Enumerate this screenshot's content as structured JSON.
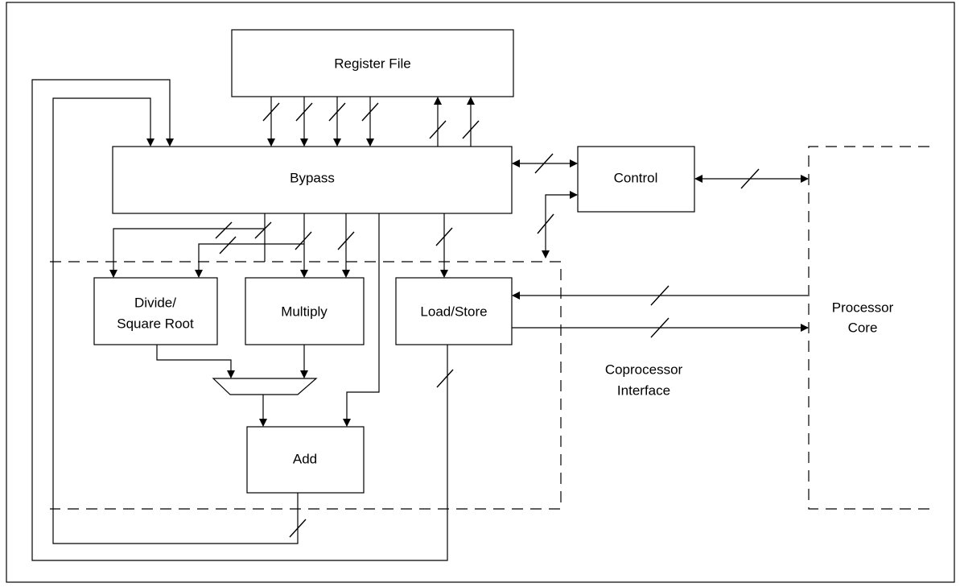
{
  "labels": {
    "register_file": "Register File",
    "bypass": "Bypass",
    "control": "Control",
    "divide_line1": "Divide/",
    "divide_line2": "Square Root",
    "multiply": "Multiply",
    "load_store": "Load/Store",
    "add": "Add",
    "coprocessor_line1": "Coprocessor",
    "coprocessor_line2": "Interface",
    "processor_line1": "Processor",
    "processor_line2": "Core"
  },
  "colors": {
    "stroke": "#000000",
    "background": "#ffffff"
  }
}
